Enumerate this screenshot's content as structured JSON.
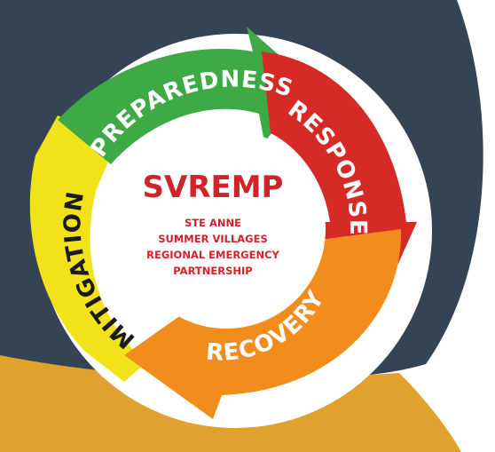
{
  "center": {
    "title": "SVREMP",
    "subtitle_lines": [
      "STE ANNE",
      "SUMMER VILLAGES",
      "REGIONAL EMERGENCY",
      "PARTNERSHIP"
    ]
  },
  "cycle": {
    "preparedness": "PREPAREDNESS",
    "response": "RESPONSE",
    "recovery": "RECOVERY",
    "mitigation": "MITIGATION"
  },
  "colors": {
    "background_dark": "#354454",
    "accent_gold": "#e0a12e",
    "preparedness": "#3daa46",
    "response": "#d62a27",
    "recovery": "#f28c1c",
    "mitigation": "#f2e21a",
    "center_text": "#d0242b"
  }
}
